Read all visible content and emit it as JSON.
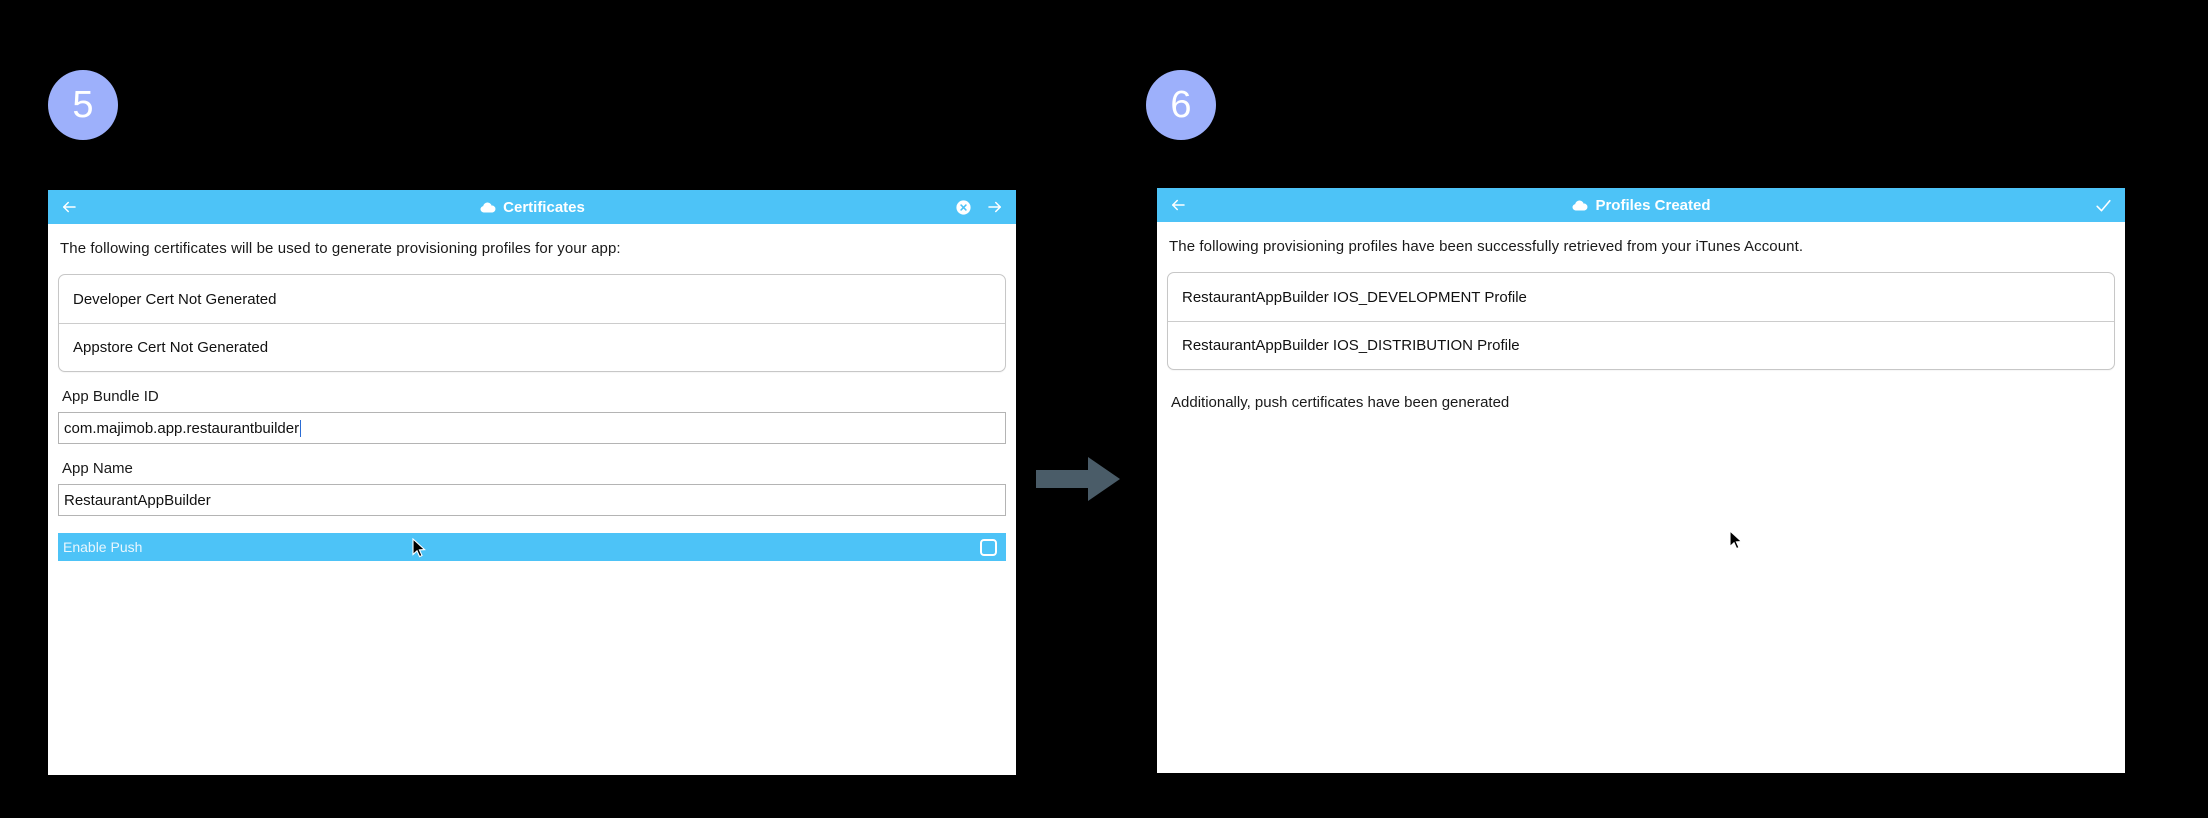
{
  "steps": [
    {
      "number": "5"
    },
    {
      "number": "6"
    }
  ],
  "colors": {
    "badge": "#9db0fb",
    "titlebar": "#4dc3f7",
    "highlight_row": "#4dc3f7",
    "arrow": "#4a5c68",
    "panel_bg": "#ffffff",
    "page_bg": "#000000"
  },
  "flow_arrow": {
    "icon": "right-arrow-icon"
  },
  "panel5": {
    "titlebar": {
      "back_icon": "back-arrow-icon",
      "cloud_icon": "cloud-icon",
      "title": "Certificates",
      "close_icon": "close-circle-icon",
      "forward_icon": "forward-arrow-icon"
    },
    "intro": "The following certificates will be used to generate provisioning profiles for your app:",
    "certificates": [
      "Developer Cert Not Generated",
      "Appstore Cert Not Generated"
    ],
    "fields": [
      {
        "label": "App Bundle ID",
        "value": "com.majimob.app.restaurantbuilder",
        "focused": true
      },
      {
        "label": "App Name",
        "value": "RestaurantAppBuilder",
        "focused": false
      }
    ],
    "push": {
      "label": "Enable Push",
      "checkbox_icon": "checkbox-unchecked-icon",
      "checked": false
    },
    "cursor": "mouse-pointer-icon"
  },
  "panel6": {
    "titlebar": {
      "back_icon": "back-arrow-icon",
      "cloud_icon": "cloud-icon",
      "title": "Profiles Created",
      "confirm_icon": "checkmark-icon"
    },
    "intro": "The following provisioning profiles have been successfully retrieved from your iTunes Account.",
    "profiles": [
      "RestaurantAppBuilder IOS_DEVELOPMENT Profile",
      "RestaurantAppBuilder IOS_DISTRIBUTION Profile"
    ],
    "note": "Additionally, push certificates have been generated",
    "cursor": "mouse-pointer-icon"
  }
}
